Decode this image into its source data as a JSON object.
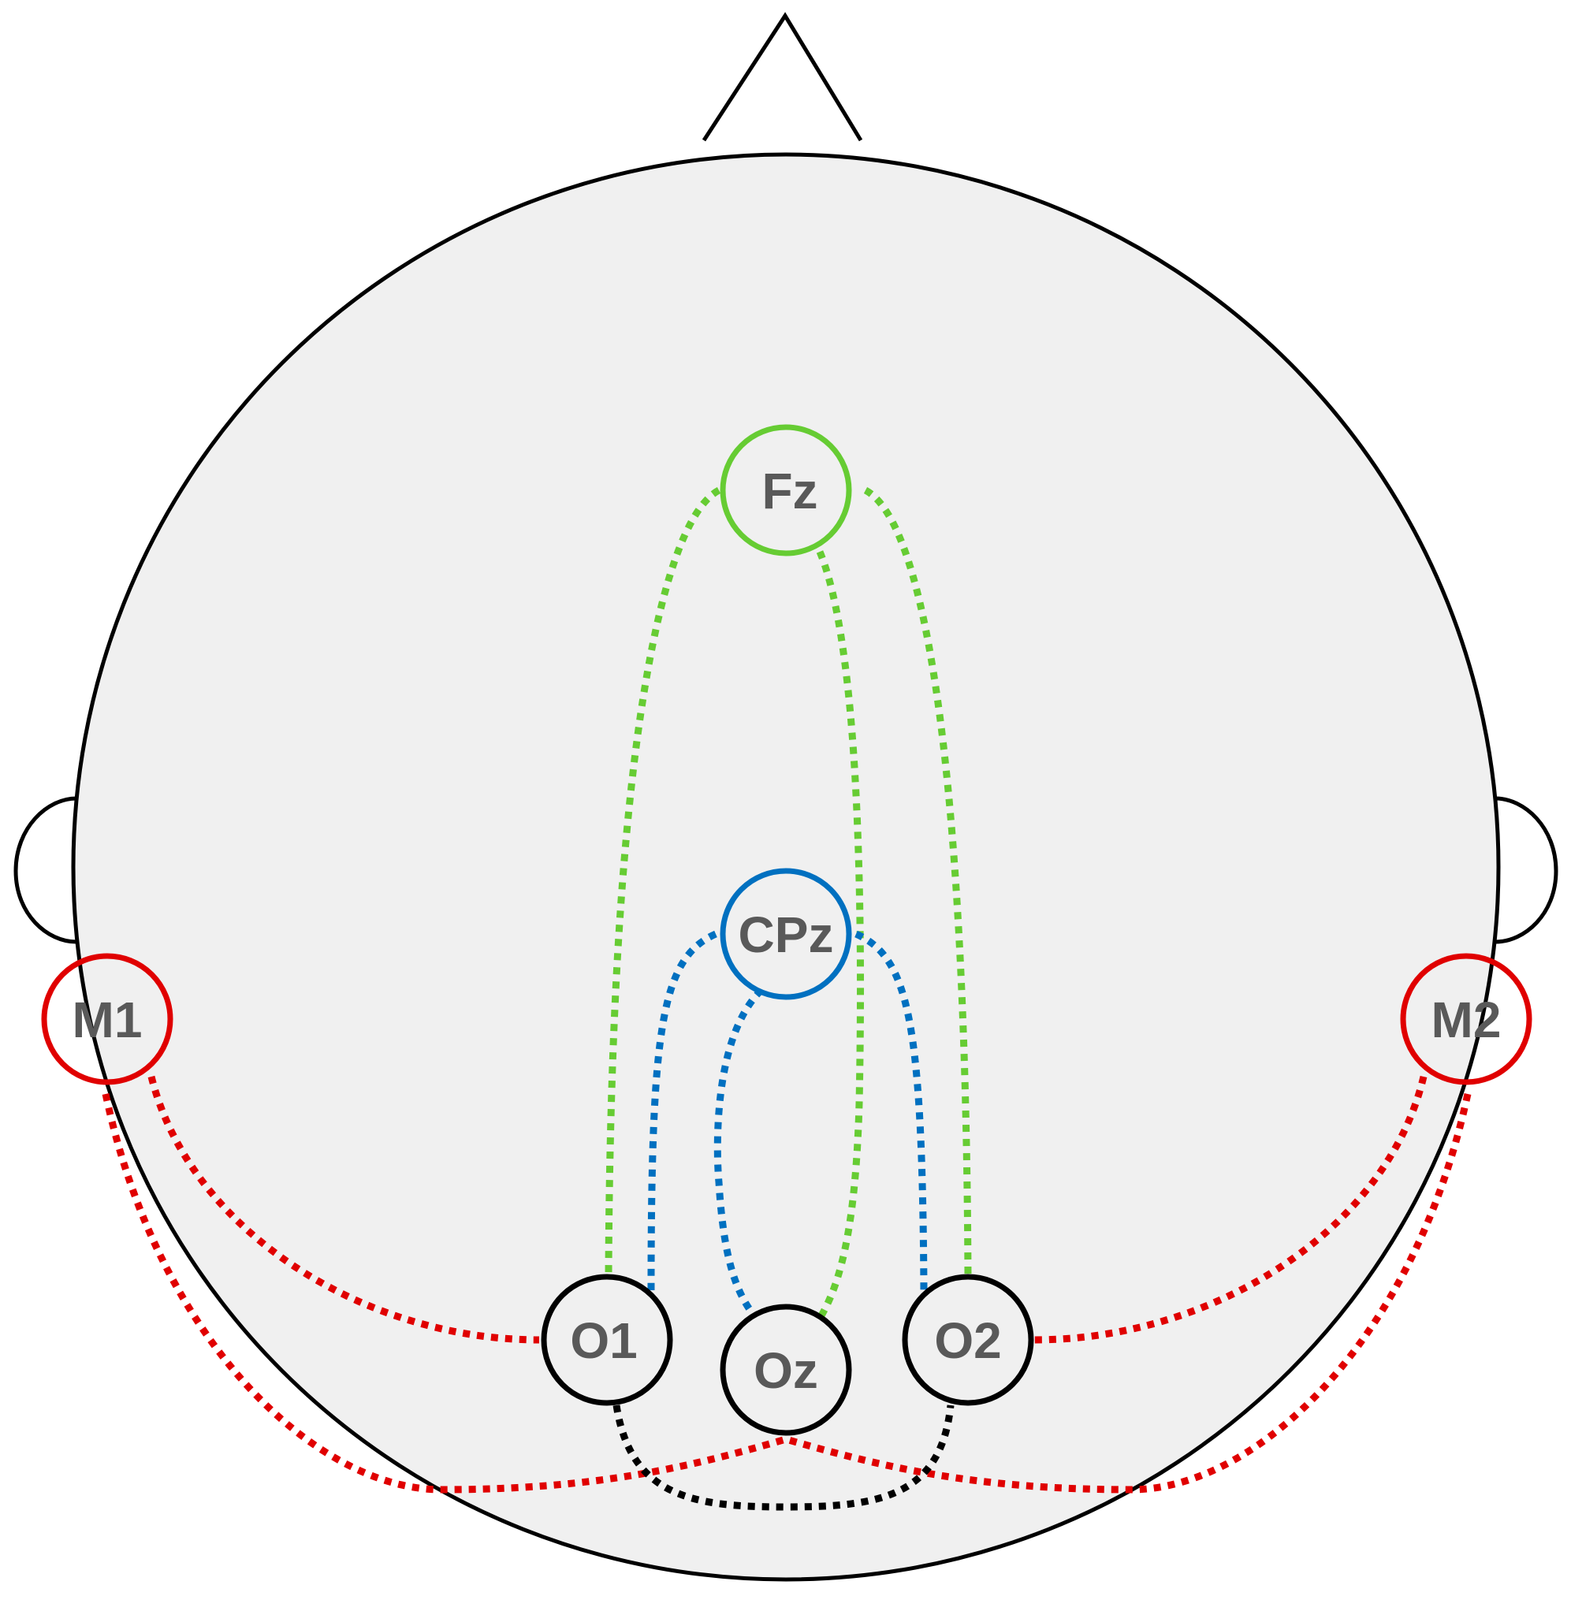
{
  "diagram": {
    "type": "eeg-montage-head",
    "head_fill": "#f0f0f0",
    "outline_color": "#000000",
    "label_color": "#595959"
  },
  "electrodes": [
    {
      "id": "fz",
      "label": "Fz",
      "color": "#66cc33"
    },
    {
      "id": "cpz",
      "label": "CPz",
      "color": "#0070c0"
    },
    {
      "id": "m1",
      "label": "M1",
      "color": "#e00000"
    },
    {
      "id": "m2",
      "label": "M2",
      "color": "#e00000"
    },
    {
      "id": "o1",
      "label": "O1",
      "color": "#000000"
    },
    {
      "id": "oz",
      "label": "Oz",
      "color": "#000000"
    },
    {
      "id": "o2",
      "label": "O2",
      "color": "#000000"
    }
  ],
  "connections": [
    {
      "from": "Fz",
      "to": "O1",
      "color": "#66cc33"
    },
    {
      "from": "Fz",
      "to": "Oz",
      "color": "#66cc33"
    },
    {
      "from": "Fz",
      "to": "O2",
      "color": "#66cc33"
    },
    {
      "from": "CPz",
      "to": "O1",
      "color": "#0070c0"
    },
    {
      "from": "CPz",
      "to": "Oz",
      "color": "#0070c0"
    },
    {
      "from": "CPz",
      "to": "O2",
      "color": "#0070c0"
    },
    {
      "from": "M1",
      "to": "O1",
      "color": "#e00000"
    },
    {
      "from": "M1",
      "to": "Oz",
      "color": "#e00000"
    },
    {
      "from": "M2",
      "to": "O2",
      "color": "#e00000"
    },
    {
      "from": "M2",
      "to": "Oz",
      "color": "#e00000"
    },
    {
      "from": "O1",
      "to": "O2",
      "color": "#000000"
    }
  ]
}
